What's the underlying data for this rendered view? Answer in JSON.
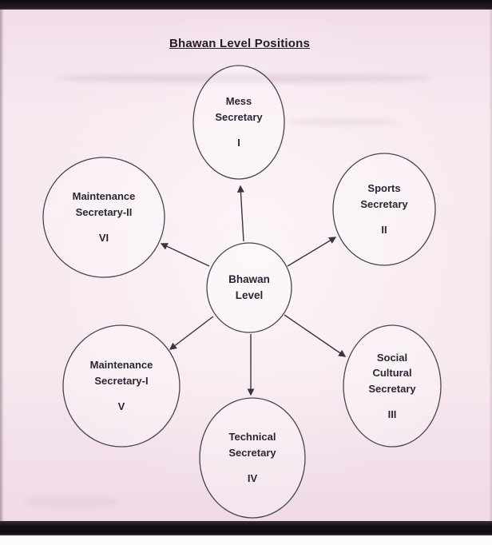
{
  "title": "Bhawan Level Positions",
  "center_node": {
    "id": "bhawan-level",
    "lines": [
      "Bhawan",
      "Level"
    ]
  },
  "nodes": [
    {
      "id": "mess-secretary",
      "lines": [
        "Mess",
        "Secretary"
      ],
      "numeral": "I"
    },
    {
      "id": "sports-secretary",
      "lines": [
        "Sports",
        "Secretary"
      ],
      "numeral": "II"
    },
    {
      "id": "social-cultural-secretary",
      "lines": [
        "Social",
        "Cultural",
        "Secretary"
      ],
      "numeral": "III"
    },
    {
      "id": "technical-secretary",
      "lines": [
        "Technical",
        "Secretary"
      ],
      "numeral": "IV"
    },
    {
      "id": "maintenance-secretary-1",
      "lines": [
        "Maintenance",
        "Secretary-I"
      ],
      "numeral": "V"
    },
    {
      "id": "maintenance-secretary-2",
      "lines": [
        "Maintenance",
        "Secretary-II"
      ],
      "numeral": "VI"
    }
  ],
  "edges": [
    {
      "from": "bhawan-level",
      "to": "mess-secretary"
    },
    {
      "from": "bhawan-level",
      "to": "sports-secretary"
    },
    {
      "from": "bhawan-level",
      "to": "social-cultural-secretary"
    },
    {
      "from": "bhawan-level",
      "to": "technical-secretary"
    },
    {
      "from": "bhawan-level",
      "to": "maintenance-secretary-1"
    },
    {
      "from": "bhawan-level",
      "to": "maintenance-secretary-2"
    }
  ],
  "colors": {
    "paper_tint": "#f5e4ee",
    "ink": "#2a2633",
    "outline": "#4a4450"
  }
}
